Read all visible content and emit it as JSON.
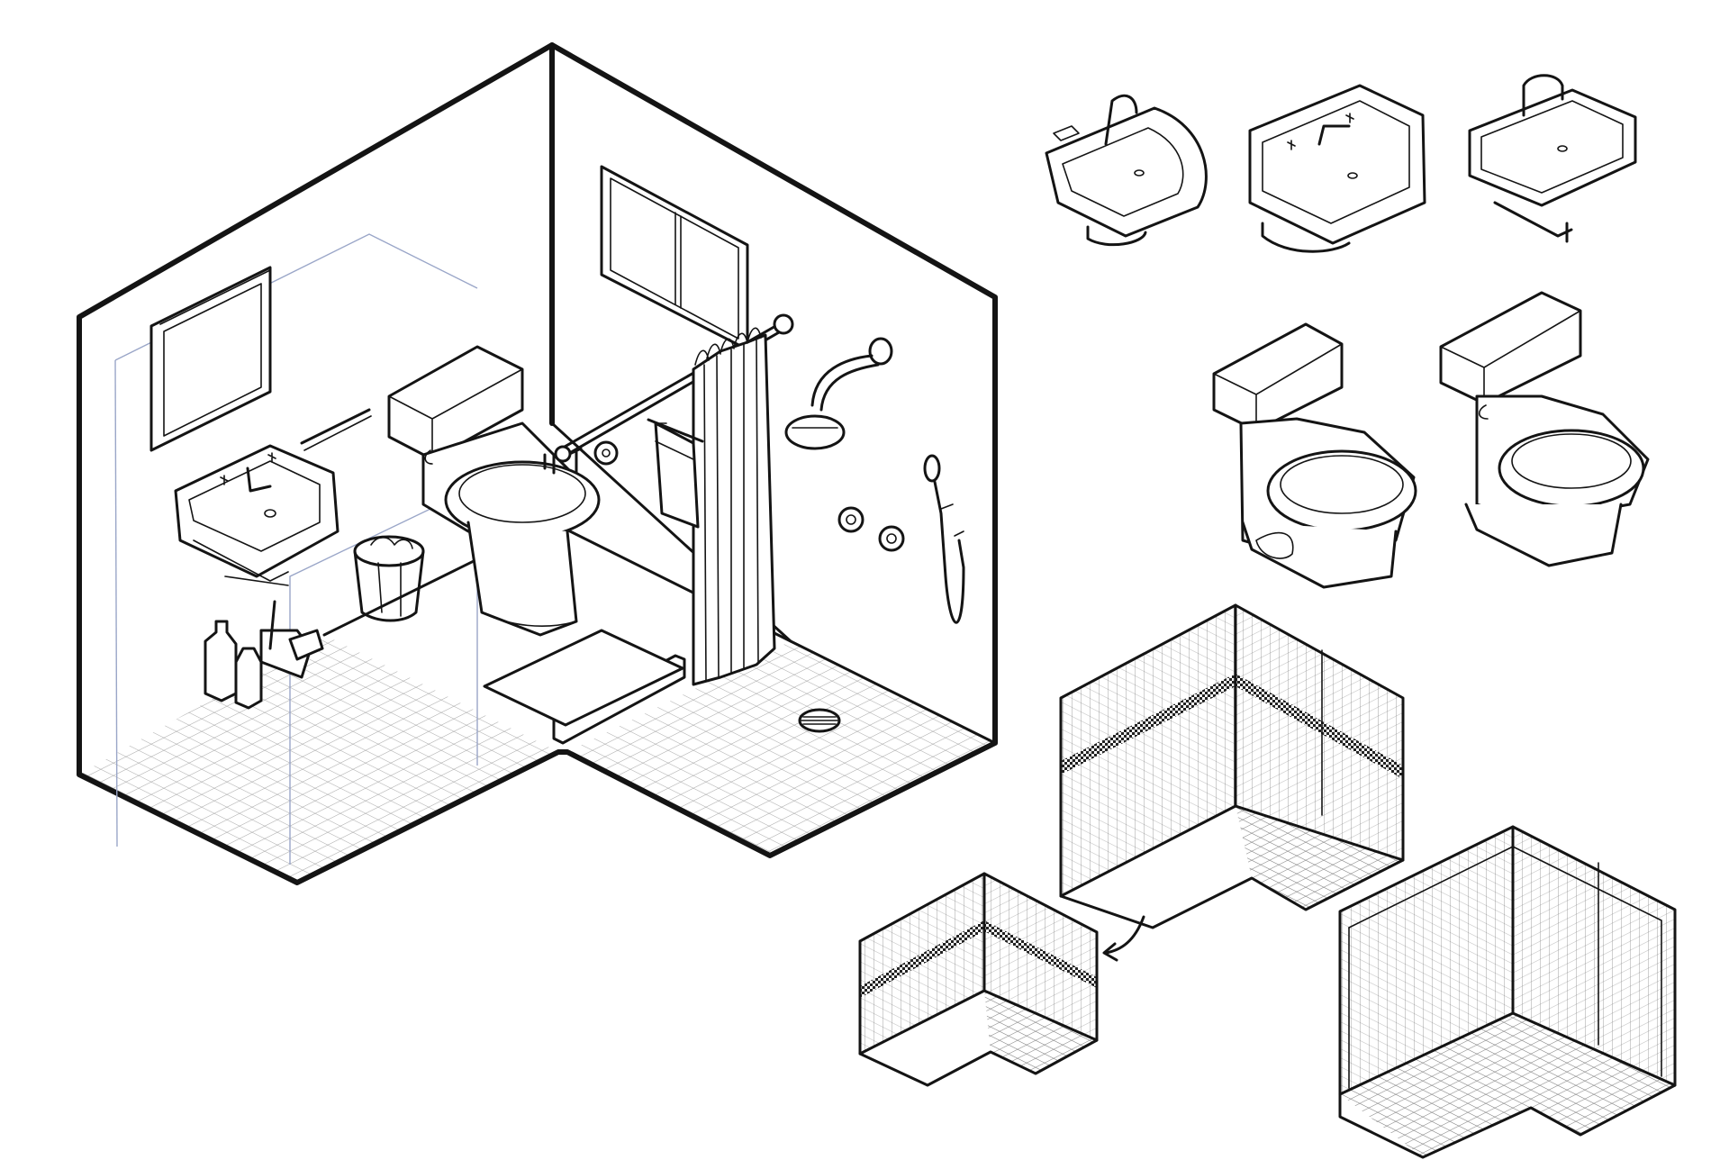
{
  "illustration": {
    "kind": "isometric line-art sketch sheet",
    "stroke_color": "#141414",
    "background_color": "#ffffff",
    "guide_color": "#9aa6c8"
  },
  "scene": {
    "items": [
      "bathroom-room",
      "wall-mirror",
      "towel-bar",
      "wall-sink",
      "toilet",
      "waste-bin",
      "cleaning-bottles",
      "toilet-paper-holder",
      "window",
      "shower-curtain-rod",
      "shower-curtain",
      "hand-towel",
      "shower-head",
      "shower-valves",
      "hand-shower",
      "floor-mat",
      "shower-drain"
    ]
  },
  "assets": {
    "sinks": [
      "sink-variant-1",
      "sink-variant-2",
      "sink-variant-3"
    ],
    "toilets": [
      "toilet-variant-1",
      "toilet-variant-2"
    ],
    "tile_corners": [
      "tile-corner-border",
      "tile-corner-small",
      "tile-corner-plain"
    ]
  }
}
